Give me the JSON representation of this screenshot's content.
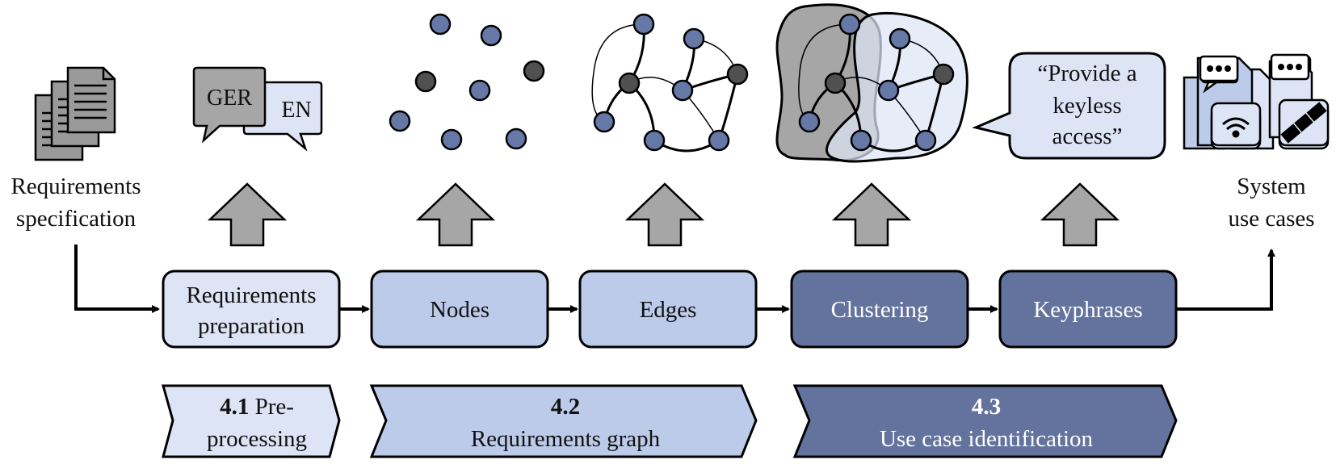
{
  "input": {
    "line1": "Requirements",
    "line2": "specification"
  },
  "output": {
    "line1": "System",
    "line2": "use cases"
  },
  "translation_icon": {
    "lang_a": "GER",
    "lang_b": "EN"
  },
  "steps": [
    {
      "line1": "Requirements",
      "line2": "preparation"
    },
    {
      "label": "Nodes"
    },
    {
      "label": "Edges"
    },
    {
      "label": "Clustering"
    },
    {
      "label": "Keyphrases"
    }
  ],
  "phases": [
    {
      "number": "4.1",
      "title_inline": " Pre-",
      "title_line2": "processing"
    },
    {
      "number": "4.2",
      "title": "Requirements graph"
    },
    {
      "number": "4.3",
      "title": "Use case identification"
    }
  ],
  "keyphrase_bubble": {
    "line1": "“Provide a",
    "line2": "keyless",
    "line3": "access”"
  },
  "icons": {
    "documents": "documents-stack-icon",
    "translation": "speech-bubbles-language-icon",
    "nodes": "scattered-nodes-icon",
    "graph": "connected-graph-icon",
    "clusters": "clustered-graph-icon",
    "use_cases": "use-case-cards-icon"
  },
  "colors": {
    "light": "#dde4f5",
    "medium": "#bccbe9",
    "dark": "#63739d",
    "node": "#6578a6",
    "hub": "#505050",
    "grey": "#a6a6a6",
    "stroke": "#000000"
  }
}
